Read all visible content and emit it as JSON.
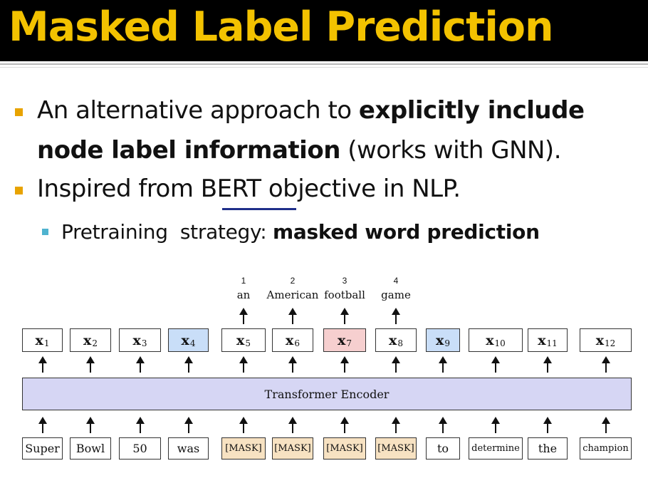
{
  "slide": {
    "title": "Masked Label Prediction"
  },
  "bullets": [
    {
      "line1_a": "An alternative approach to ",
      "line1_b": "explicitly include",
      "line2_a": "node label information",
      "line2_b": " (works with GNN)."
    },
    {
      "a": "Inspired from ",
      "b": "BERT",
      "c": " objective in NLP."
    }
  ],
  "sub_bullet": {
    "a": "Pretraining  strategy: ",
    "b": "masked word prediction"
  },
  "figure": {
    "encoder_label": "Transformer Encoder",
    "embeddings": [
      "x",
      "x",
      "x",
      "x",
      "x",
      "x",
      "x",
      "x",
      "x",
      "x",
      "x",
      "x"
    ],
    "subscripts": [
      "1",
      "2",
      "3",
      "4",
      "5",
      "6",
      "7",
      "8",
      "9",
      "10",
      "11",
      "12"
    ],
    "tokens": [
      "Super",
      "Bowl",
      "50",
      "was",
      "[MASK]",
      "[MASK]",
      "[MASK]",
      "[MASK]",
      "to",
      "determine",
      "the",
      "champion"
    ],
    "predictions": [
      {
        "num": "1",
        "word": "an"
      },
      {
        "num": "2",
        "word": "American"
      },
      {
        "num": "3",
        "word": "football"
      },
      {
        "num": "4",
        "word": "game"
      }
    ],
    "colors": {
      "blue": "#c9def8",
      "pink": "#f6cfcf",
      "mask": "#f7e2c2",
      "encoder": "#d6d6f4"
    }
  }
}
